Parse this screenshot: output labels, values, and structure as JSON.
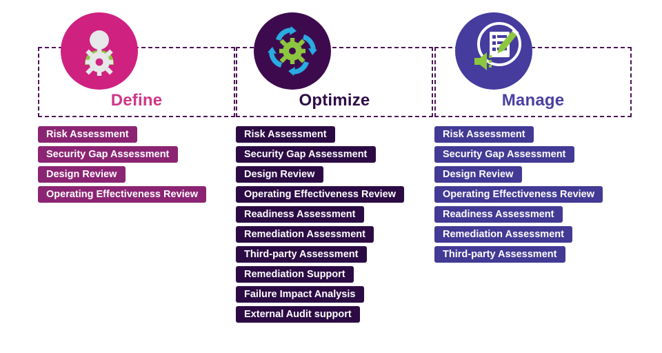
{
  "palette": {
    "background": "#ffffff",
    "define_circle": "#CF2180",
    "define_heading": "#CE3787",
    "define_bar": "#8B2472",
    "optimize_circle": "#3D0B4D",
    "optimize_heading": "#2E0B46",
    "optimize_bar": "#2C0B44",
    "manage_circle": "#453C9E",
    "manage_heading": "#4840A0",
    "manage_bar": "#423A94",
    "accent_green": "#8CC63E",
    "accent_cyan": "#29ABE2",
    "dashed_border": "#4B1054",
    "bar_text": "#FFFFFF"
  },
  "columns": [
    {
      "id": "define",
      "heading": "Define",
      "icon": "person-gear-icon",
      "items": [
        "Risk Assessment",
        "Security Gap Assessment",
        "Design Review",
        "Operating Effectiveness Review"
      ]
    },
    {
      "id": "optimize",
      "heading": "Optimize",
      "icon": "gear-refresh-cycle-icon",
      "items": [
        "Risk Assessment",
        "Security Gap Assessment",
        "Design Review",
        "Operating Effectiveness Review",
        "Readiness Assessment",
        "Remediation Assessment",
        "Third-party Assessment",
        "Remediation Support",
        "Failure Impact Analysis",
        "External Audit support"
      ]
    },
    {
      "id": "manage",
      "heading": "Manage",
      "icon": "clipboard-pencil-megaphone-icon",
      "items": [
        "Risk Assessment",
        "Security Gap Assessment",
        "Design Review",
        "Operating Effectiveness Review",
        "Readiness Assessment",
        "Remediation Assessment",
        "Third-party Assessment"
      ]
    }
  ]
}
